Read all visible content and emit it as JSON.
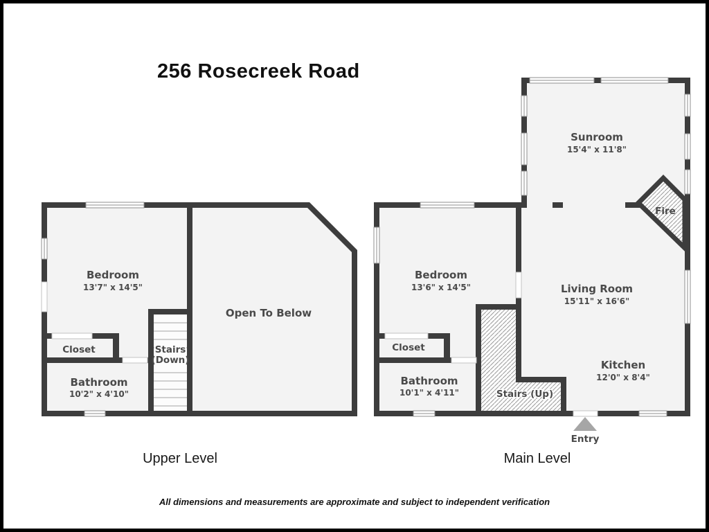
{
  "title": "256 Rosecreek Road",
  "disclaimer": "All dimensions and measurements are approximate and subject to independent verification",
  "levels": {
    "upper": {
      "label": "Upper Level",
      "bedroom_name": "Bedroom",
      "bedroom_dims": "13'7\" x 14'5\"",
      "closet": "Closet",
      "bathroom_name": "Bathroom",
      "bathroom_dims": "10'2\" x 4'10\"",
      "stairs_line1": "Stairs",
      "stairs_line2": "(Down)",
      "open_to_below": "Open To Below"
    },
    "main": {
      "label": "Main Level",
      "bedroom_name": "Bedroom",
      "bedroom_dims": "13'6\" x 14'5\"",
      "closet": "Closet",
      "bathroom_name": "Bathroom",
      "bathroom_dims": "10'1\" x 4'11\"",
      "stairs": "Stairs (Up)",
      "sunroom_name": "Sunroom",
      "sunroom_dims": "15'4\" x 11'8\"",
      "living_name": "Living Room",
      "living_dims": "15'11\" x 16'6\"",
      "kitchen_name": "Kitchen",
      "kitchen_dims": "12'0\" x 8'4\"",
      "fireplace": "Fire",
      "entry": "Entry"
    }
  },
  "colors": {
    "wall": "#3d3d3d",
    "floor": "#f3f3f3",
    "stairs_hatch": "#9b9b9b",
    "step_lines": "#b5b5b5",
    "entry_arrow": "#a6a6a6",
    "room_text": "#4a4a4a",
    "title_text": "#111111",
    "frame": "#000000"
  }
}
